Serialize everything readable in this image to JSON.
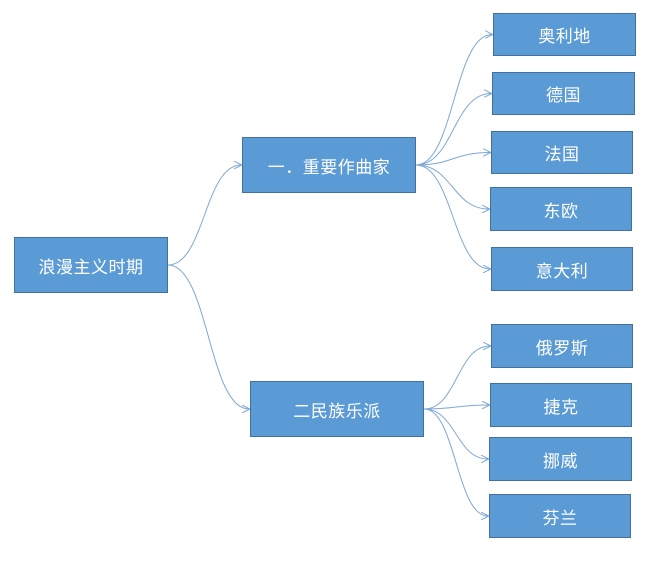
{
  "colors": {
    "node_fill": "#5b9bd5",
    "node_border": "#41719c",
    "connector": "#7fa8d4",
    "text": "#ffffff"
  },
  "root": {
    "label": "浪漫主义时期"
  },
  "branches": [
    {
      "label": "一．重要作曲家",
      "children": [
        "奥利地",
        "德国",
        "法国",
        "东欧",
        "意大利"
      ]
    },
    {
      "label": "二民族乐派",
      "children": [
        "俄罗斯",
        "捷克",
        "挪威",
        "芬兰"
      ]
    }
  ]
}
